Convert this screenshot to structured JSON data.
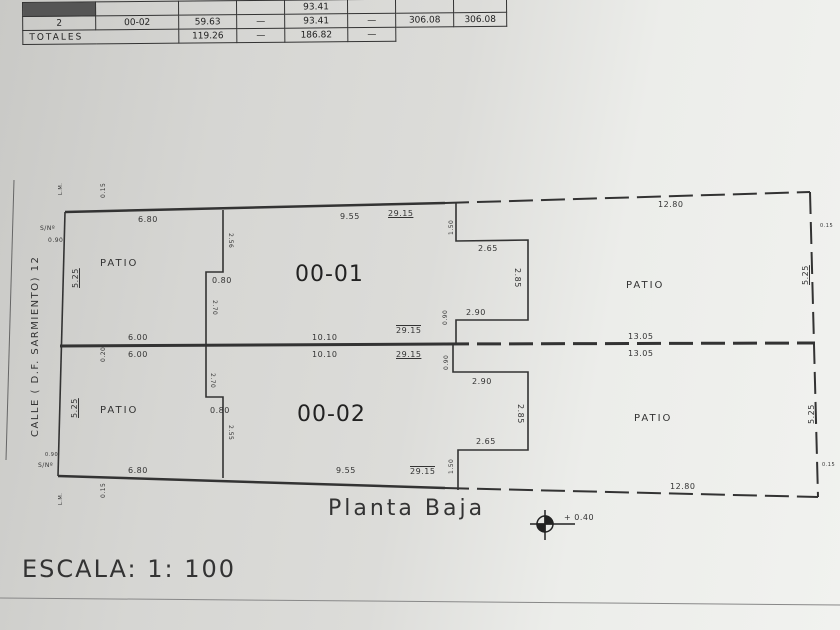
{
  "summary_table": {
    "row1": {
      "c5": "93.41"
    },
    "row2": {
      "num": "2",
      "unit": "00-02",
      "c3": "59.63",
      "c4": "—",
      "c5": "93.41",
      "c6": "—",
      "c7": "306.08",
      "c8": "306.08"
    },
    "totals": {
      "label": "TOTALES",
      "c3": "119.26",
      "c4": "—",
      "c5": "186.82",
      "c6": "—"
    }
  },
  "plan": {
    "street_label": "CALLE ( D.F. SARMIENTO) 12",
    "unit_top": "00-01",
    "unit_bottom": "00-02",
    "patio": "PATIO",
    "lm": "L.M.",
    "sn": "S/Nº",
    "dims": {
      "d015": "0.15",
      "d090": "0.90",
      "d020": "0.20",
      "d680": "6.80",
      "d600": "6.00",
      "d525": "5.25",
      "d080": "0.80",
      "d256": "2.56",
      "d270": "2.70",
      "d255": "2.55",
      "d955": "9.55",
      "d1010": "10.10",
      "d2915": "29.15",
      "d150": "1.50",
      "d090b": "0.90",
      "d265": "2.65",
      "d285": "2.85",
      "d290": "2.90",
      "d1305": "13.05",
      "d1280": "12.80"
    },
    "title": "Planta  Baja",
    "level": "+ 0.40",
    "scale": "ESCALA: 1: 100"
  }
}
